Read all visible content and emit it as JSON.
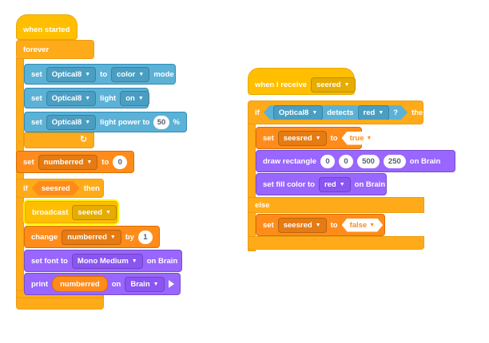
{
  "script1": {
    "when_started": "when started",
    "forever": "forever",
    "set_mode": {
      "set": "set",
      "sensor": "Optical8",
      "to": "to",
      "value": "color",
      "mode": "mode"
    },
    "set_light": {
      "set": "set",
      "sensor": "Optical8",
      "light": "light",
      "value": "on"
    },
    "set_light_power": {
      "set": "set",
      "sensor": "Optical8",
      "label": "light power to",
      "value": "50",
      "unit": "%"
    },
    "repeat_arrow": "↻",
    "set_var": {
      "set": "set",
      "variable": "numberred",
      "to": "to",
      "value": "0"
    },
    "if_block": {
      "if": "if",
      "condition": "seesred",
      "then": "then"
    },
    "broadcast": {
      "label": "broadcast",
      "message": "seered"
    },
    "change_var": {
      "label": "change",
      "variable": "numberred",
      "by": "by",
      "value": "1"
    },
    "set_font": {
      "label": "set font to",
      "font": "Mono Medium",
      "on": "on Brain"
    },
    "print": {
      "label": "print",
      "value": "numberred",
      "on": "on",
      "target": "Brain"
    }
  },
  "script2": {
    "when_receive": {
      "label": "when I receive",
      "message": "seered"
    },
    "if_block": {
      "if": "if",
      "sensor": "Optical8",
      "detects": "detects",
      "color": "red",
      "q": "?",
      "then": "then"
    },
    "set_true": {
      "set": "set",
      "variable": "seesred",
      "to": "to",
      "value": "true"
    },
    "draw_rect": {
      "label": "draw rectangle",
      "a": "0",
      "b": "0",
      "c": "500",
      "d": "250",
      "on": "on Brain"
    },
    "set_fill": {
      "label": "set fill color to",
      "color": "red",
      "on": "on Brain"
    },
    "else": "else",
    "set_false": {
      "set": "set",
      "variable": "seesred",
      "to": "to",
      "value": "false"
    }
  },
  "colors": {
    "events": "#ffbf00",
    "control": "#ffab19",
    "variables": "#ff8c1a",
    "sensing": "#5cb1d6",
    "looks": "#9966ff"
  }
}
